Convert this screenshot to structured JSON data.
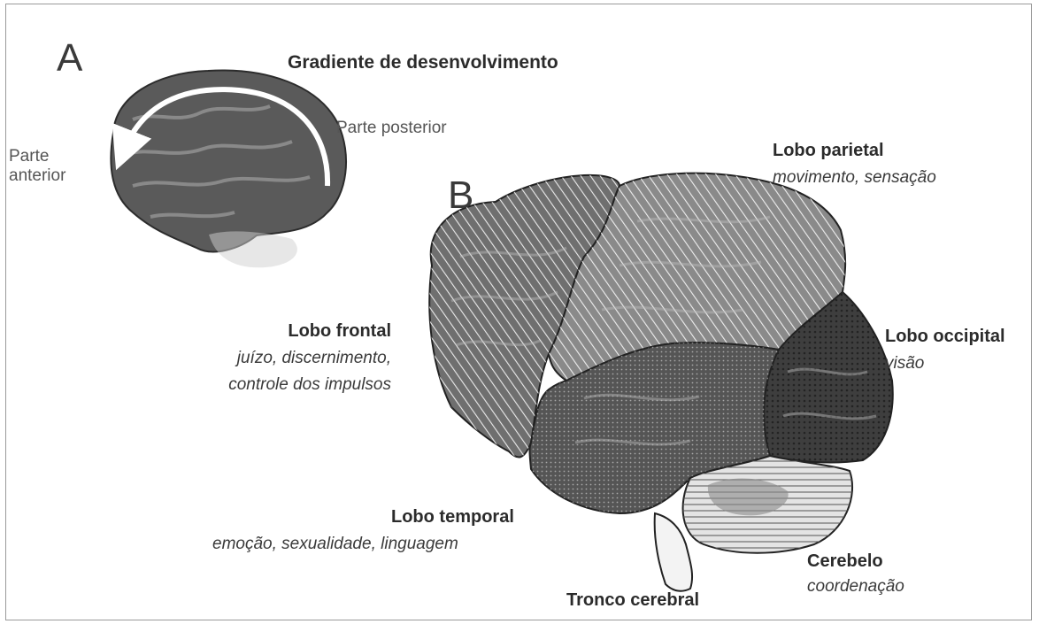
{
  "panel_a": {
    "letter": "A",
    "gradient_title": "Gradiente de desenvolvimento",
    "posterior": "Parte posterior",
    "anterior_line1": "Parte",
    "anterior_line2": "anterior"
  },
  "panel_b": {
    "letter": "B",
    "parietal": {
      "name": "Lobo parietal",
      "function": "movimento, sensação"
    },
    "frontal": {
      "name": "Lobo frontal",
      "function_line1": "juízo, discernimento,",
      "function_line2": "controle dos impulsos"
    },
    "occipital": {
      "name": "Lobo occipital",
      "function": "visão"
    },
    "temporal": {
      "name": "Lobo temporal",
      "function": "emoção, sexualidade, linguagem"
    },
    "cerebellum": {
      "name": "Cerebelo",
      "function": "coordenação"
    },
    "brainstem": {
      "name": "Tronco cerebral"
    }
  },
  "colors": {
    "frontal": "#6f6f6f",
    "parietal": "#8a8a8a",
    "occipital": "#3e3e3e",
    "temporal": "#555555",
    "cerebellum": "#e4e4e4"
  }
}
